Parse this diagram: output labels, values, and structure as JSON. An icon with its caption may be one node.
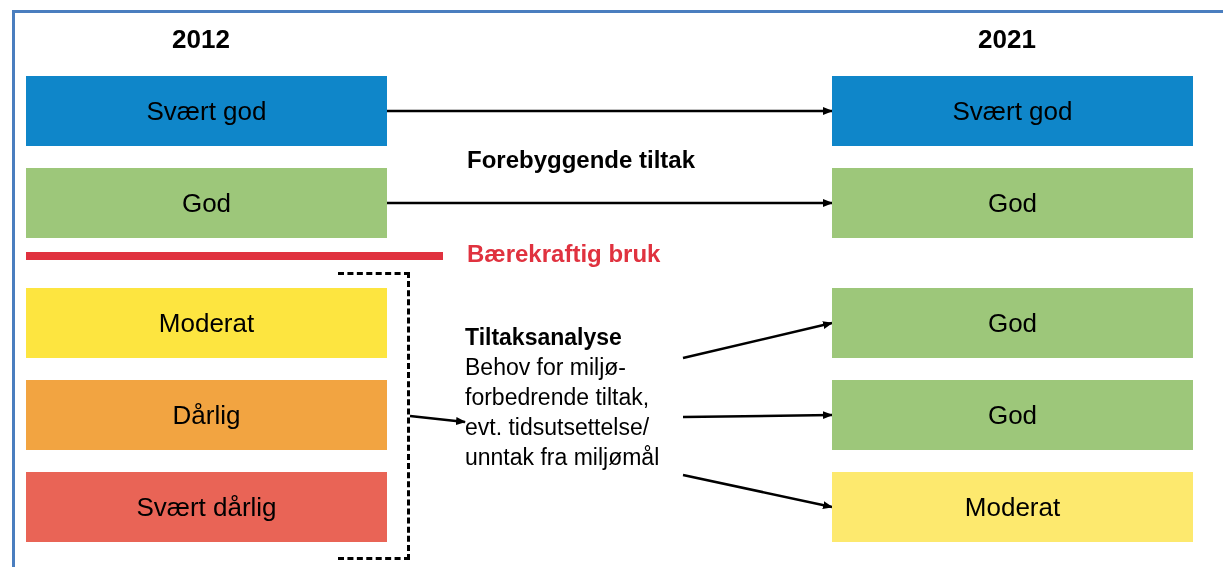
{
  "diagram": {
    "nodes": [
      {
        "text": [
          "Svært god"
        ]
      },
      {
        "text": [
          "God"
        ]
      },
      {
        "text": [
          "Moderat"
        ]
      },
      {
        "text": [
          "Dårlig"
        ]
      },
      {
        "text": [
          "Svært dårlig"
        ]
      },
      {
        "text": [
          "Svært god"
        ]
      },
      {
        "text": [
          "God"
        ]
      },
      {
        "text": [
          "God"
        ]
      },
      {
        "text": [
          "God"
        ]
      },
      {
        "text": [
          "Moderat"
        ]
      },
      {
        "text": [
          "Tiltaksanalyse",
          "Behov for miljø- forbedrende tiltak, evt. tidsutsettelse/ unntak fra miljømål"
        ]
      },
      {
        "text": [],
        "shape": "bracket"
      }
    ],
    "edges": [
      {
        "from": 0,
        "to": 5,
        "arrow": "to"
      },
      {
        "from": 1,
        "to": 6,
        "arrow": "to"
      },
      {
        "from": 11,
        "to": 10,
        "arrow": "to"
      },
      {
        "from": 10,
        "to": 7,
        "arrow": "to"
      },
      {
        "from": 10,
        "to": 8,
        "arrow": "to"
      },
      {
        "from": 10,
        "to": 9,
        "arrow": "to"
      }
    ],
    "labels": [
      "2012",
      "2021",
      "Forebyggende tiltak",
      "Bærekraftig bruk"
    ]
  }
}
